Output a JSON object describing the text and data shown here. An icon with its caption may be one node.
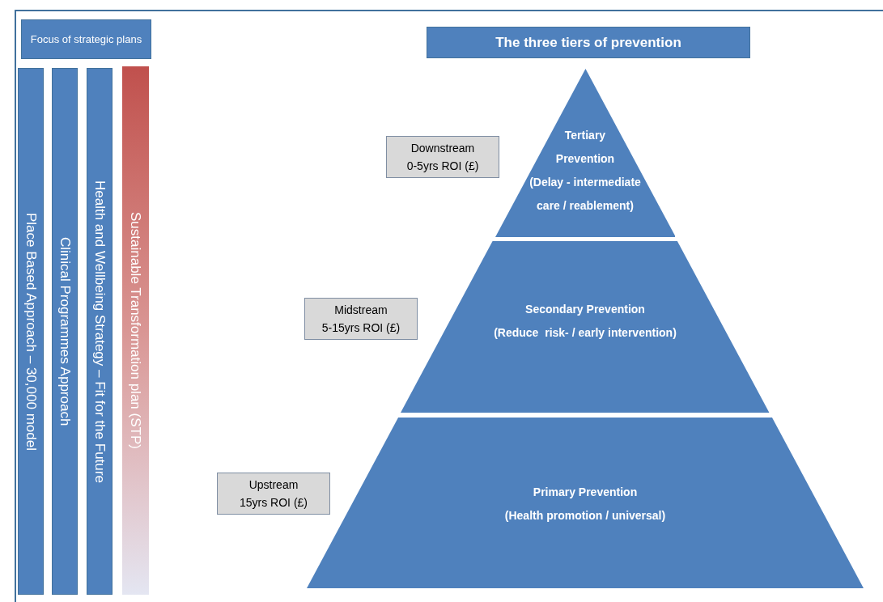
{
  "diagram": {
    "title": "The three tiers of prevention",
    "nodes": [
      {
        "text": [
          "Focus of strategic plans"
        ]
      },
      {
        "text": [
          "Place Based Approach – 30,000 model"
        ]
      },
      {
        "text": [
          "Clinical Programmes Approach"
        ]
      },
      {
        "text": [
          "Health and Wellbeing Strategy – Fit for the Future"
        ]
      },
      {
        "text": [
          "Sustainable Transformation plan (STP)"
        ]
      },
      {
        "text": [
          "Tertiary Prevention",
          "(Delay - intermediate care / reablement)"
        ]
      },
      {
        "text": [
          "Downstream",
          "0-5yrs ROI (£)"
        ]
      },
      {
        "text": [
          "Secondary Prevention",
          "(Reduce  risk- / early intervention)"
        ]
      },
      {
        "text": [
          "Midstream",
          "5-15yrs ROI (£)"
        ]
      },
      {
        "text": [
          "Primary Prevention",
          "(Health promotion / universal)"
        ]
      },
      {
        "text": [
          "Upstream",
          "15yrs ROI (£)"
        ]
      }
    ]
  }
}
